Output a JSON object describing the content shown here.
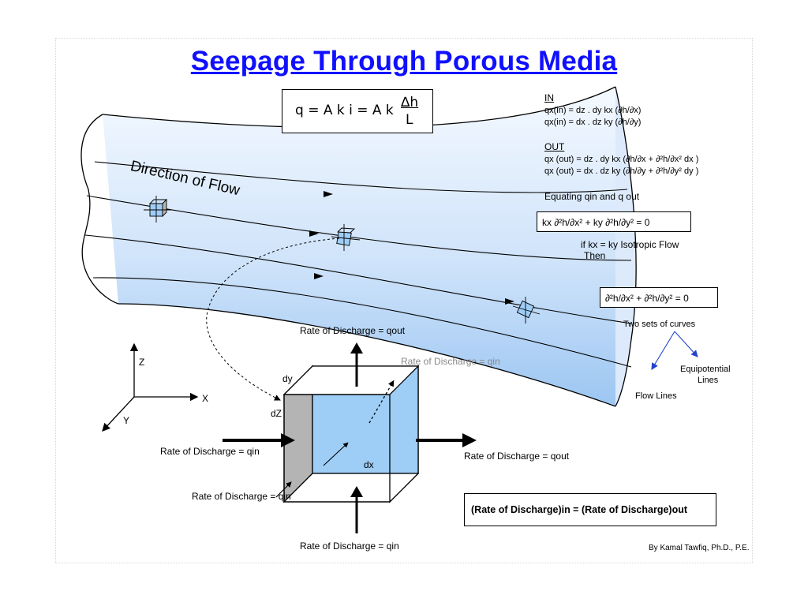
{
  "title": "Seepage Through Porous Media",
  "main_equation": {
    "lhs": "q = A k i = A k",
    "numerator": "∆h",
    "denominator": "L"
  },
  "direction_label": "Direction of Flow",
  "in_section": {
    "heading": "IN",
    "line1": "qx(in) = dz .  dy kx (∂h/∂x)",
    "line2": "qx(in) = dx .  dz ky (∂h/∂y)"
  },
  "out_section": {
    "heading": "OUT",
    "line1": "qx (out) = dz .  dy kx (∂h/∂x + ∂²h/∂x² dx )",
    "line2": "qx (out) = dx .  dz ky (∂h/∂y + ∂²h/∂y² dy )"
  },
  "equating": "Equating qin and q out",
  "laplace_anisotropic": "kx ∂²h/∂x² +  ky ∂²h/∂y² = 0",
  "isotropic_condition": "if kx = ky  Isotropic Flow",
  "then": "Then",
  "laplace_isotropic": "∂²h/∂x² +  ∂²h/∂y² = 0",
  "two_sets": "Two sets of curves",
  "equipotential": "Equipotential",
  "equipotential_2": "Lines",
  "flow_lines": "Flow Lines",
  "axes": {
    "z": "Z",
    "x": "X",
    "y": "Y"
  },
  "cube_labels": {
    "dy": "dy",
    "dz": "dZ",
    "dx": "dx"
  },
  "discharge": {
    "top": "Rate of Discharge = qout",
    "right": "Rate of Discharge = qout",
    "left": "Rate of Discharge = qin",
    "front": "Rate of Discharge = qin",
    "bottom": "Rate of Discharge = qin",
    "back": "Rate of Discharge = qin"
  },
  "balance_equation": "(Rate of Discharge)in = (Rate of Discharge)out",
  "credit": "By Kamal Tawfiq, Ph.D., P.E.",
  "colors": {
    "title": "#1010ff",
    "flow_light": "#eef5ff",
    "flow_mid": "#bcd7f6",
    "cube_face": "#9ecdf6",
    "cube_side": "#b4b4b4",
    "arrow_blue": "#2244cc"
  }
}
